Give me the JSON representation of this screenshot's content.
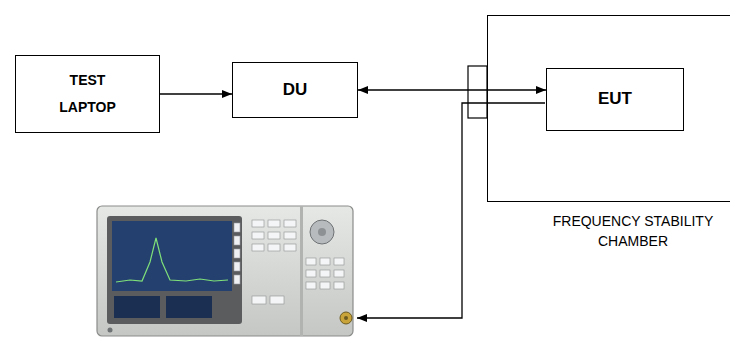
{
  "diagram": {
    "nodes": [
      {
        "text": [
          "TEST LAPTOP"
        ]
      },
      {
        "text": [
          "DU"
        ]
      },
      {
        "text": [
          "FREQUENCY STABILITY CHAMBER"
        ]
      },
      {
        "text": [
          "EUT"
        ],
        "in": 2
      }
    ],
    "edges": [
      {
        "from": 0,
        "to": 1,
        "arrow": "to"
      },
      {
        "from": 1,
        "to": 3,
        "arrow": "both"
      }
    ]
  }
}
